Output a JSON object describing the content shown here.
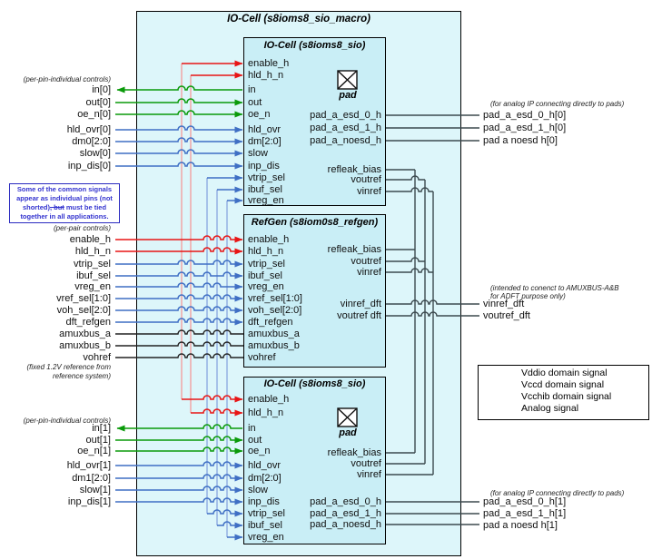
{
  "macro_title": "IO-Cell (s8ioms8_sio_macro)",
  "blocks": {
    "io_top": {
      "title": "IO-Cell (s8ioms8_sio)",
      "pad": "pad",
      "pins_left": [
        "enable_h",
        "hld_h_n",
        "in",
        "out",
        "oe_n",
        "hld_ovr",
        "dm[2:0]",
        "slow",
        "inp_dis",
        "vtrip_sel",
        "ibuf_sel",
        "vreg_en"
      ],
      "pins_right": [
        "pad_a_esd_0_h",
        "pad_a_esd_1_h",
        "pad_a_noesd_h",
        "refleak_bias",
        "voutref",
        "vinref"
      ]
    },
    "refgen": {
      "title": "RefGen (s8iom0s8_refgen)",
      "pins_left": [
        "enable_h",
        "hld_h_n",
        "vtrip_sel",
        "ibuf_sel",
        "vreg_en",
        "vref_sel[1:0]",
        "voh_sel[2:0]",
        "dft_refgen",
        "amuxbus_a",
        "amuxbus_b",
        "vohref"
      ],
      "pins_right": [
        "refleak_bias",
        "voutref",
        "vinref",
        "vinref_dft",
        "voutref dft"
      ]
    },
    "io_bottom": {
      "title": "IO-Cell (s8ioms8_sio)",
      "pad": "pad",
      "pins_left": [
        "enable_h",
        "hld_h_n",
        "in",
        "out",
        "oe_n",
        "hld_ovr",
        "dm[2:0]",
        "slow",
        "inp_dis",
        "vtrip_sel",
        "ibuf_sel",
        "vreg_en"
      ],
      "pins_right": [
        "refleak_bias",
        "voutref",
        "vinref",
        "pad_a_esd_0_h",
        "pad_a_esd_1_h",
        "pad_a_noesd_h"
      ]
    }
  },
  "left": {
    "note_pin0": "(per-pin-individual controls)",
    "pins0": [
      "in[0]",
      "out[0]",
      "oe_n[0]",
      "hld_ovr[0]",
      "dm0[2:0]",
      "slow[0]",
      "inp_dis[0]"
    ],
    "note_box": {
      "pre": "Some of the common signals appear as individual pins (not shorted)",
      "struck": ", but",
      "post": " must be tied together in all applications."
    },
    "note_pair": "(per-pair controls)",
    "pair": [
      "enable_h",
      "hld_h_n",
      "vtrip_sel",
      "ibuf_sel",
      "vreg_en",
      "vref_sel[1:0]",
      "voh_sel[2:0]",
      "dft_refgen",
      "amuxbus_a",
      "amuxbus_b",
      "vohref"
    ],
    "note_vohref_1": "(fixed 1.2V reference from",
    "note_vohref_2": "reference system)",
    "note_pin1": "(per-pin-individual controls)",
    "pins1": [
      "in[1]",
      "out[1]",
      "oe_n[1]",
      "hld_ovr[1]",
      "dm1[2:0]",
      "slow[1]",
      "inp_dis[1]"
    ]
  },
  "right": {
    "note_top": "(for analog IP connecting directly to pads)",
    "top": [
      "pad_a_esd_0_h[0]",
      "pad_a_esd_1_h[0]",
      "pad a noesd h[0]"
    ],
    "note_mid_1": "(intended to conenct to AMUXBUS-A&B",
    "note_mid_2": "for ADFT purpose only)",
    "mid": [
      "vinref_dft",
      "voutref_dft"
    ],
    "note_bottom": "(for analog IP connecting directly to pads)",
    "bottom": [
      "pad_a_esd_0_h[1]",
      "pad_a_esd_1_h[1]",
      "pad a noesd h[1]"
    ]
  },
  "legend": {
    "items": [
      {
        "label": "Vddio domain signal",
        "color": "#e81515",
        "style": "arrow"
      },
      {
        "label": "Vccd domain signal",
        "color": "#3f6fc4",
        "style": "arrow-short"
      },
      {
        "label": "Vcchib domain signal",
        "color": "#0a9a0a",
        "style": "arrow"
      },
      {
        "label": "Analog signal",
        "color": "#222222",
        "style": "line"
      }
    ]
  },
  "colors": {
    "vddio": "#e81515",
    "vddio_branch": "#f49a9a",
    "vccd": "#3f6fc4",
    "vccd_branch": "#88a7e0",
    "vcchib": "#0a9a0a",
    "analog": "#3d4a4f",
    "block_fill": "#c9eef6",
    "macro_fill": "#ddf6fa",
    "note_blue": "#3434cf"
  }
}
